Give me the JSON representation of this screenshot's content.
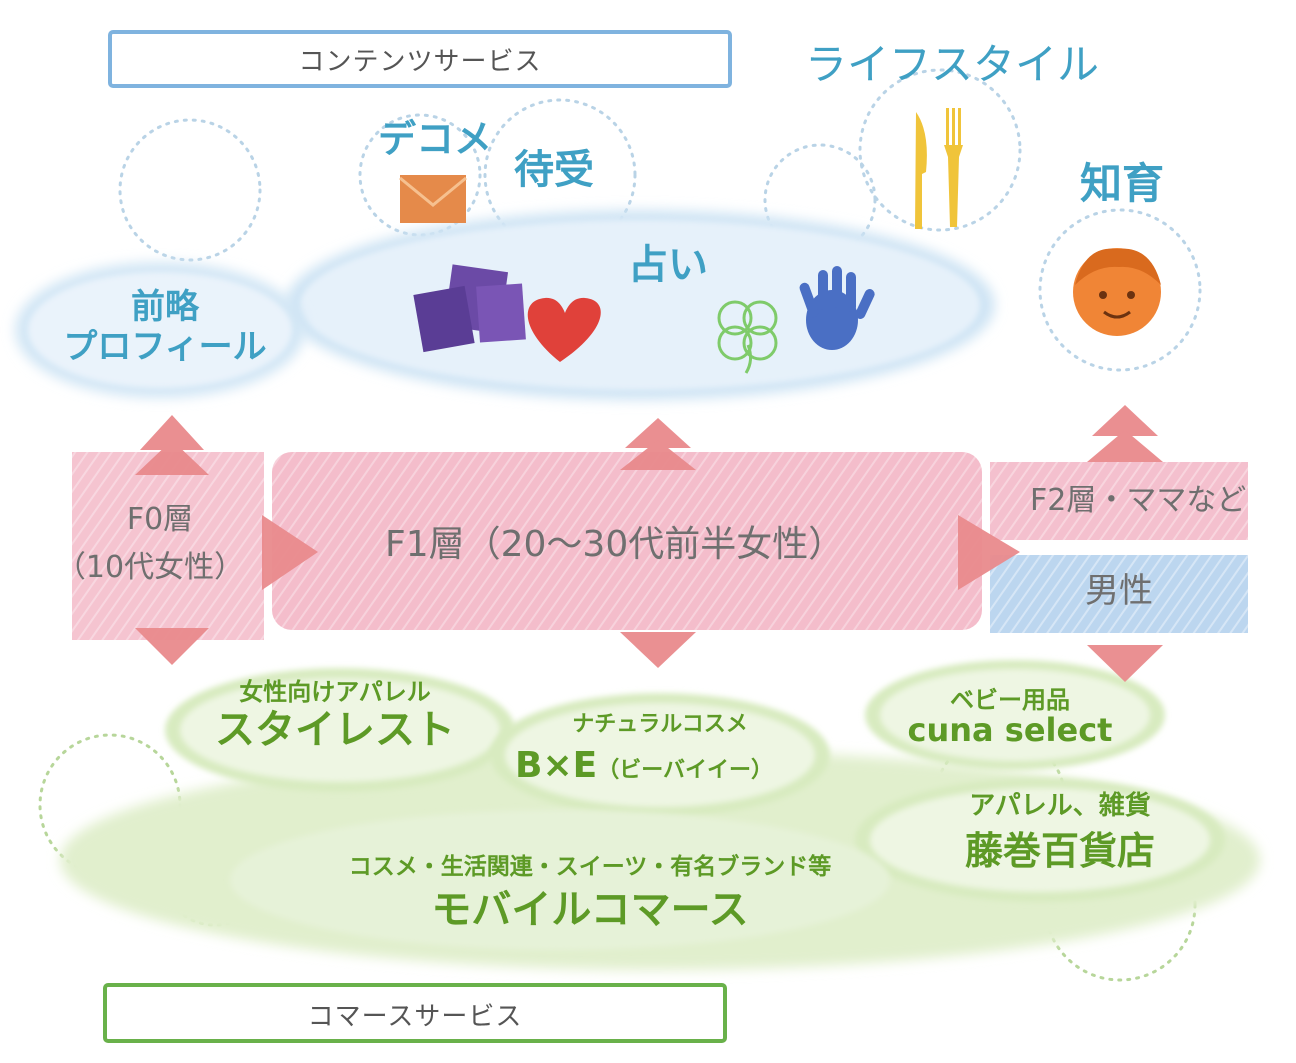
{
  "headers": {
    "content_services": "コンテンツサービス",
    "commerce_services": "コマースサービス"
  },
  "content": {
    "lifestyle": "ライフスタイル",
    "decome": "デコメ",
    "machiuke": "待受",
    "chiiku": "知育",
    "uranai": "占い",
    "zenryaku_line1": "前略",
    "zenryaku_line2": "プロフィール"
  },
  "segments": {
    "f0_line1": "F0層",
    "f0_line2": "（10代女性）",
    "f1": "F1層（20～30代前半女性）",
    "f2": "F2層・ママなど",
    "male": "男性"
  },
  "commerce": {
    "stylest_sub": "女性向けアパレル",
    "stylest": "スタイレスト",
    "bxe_sub": "ナチュラルコスメ",
    "bxe_main": "B×E",
    "bxe_reading": "（ビーバイイー）",
    "cuna_sub": "ベビー用品",
    "cuna": "cuna select",
    "fujimaki_sub": "アパレル、雑貨",
    "fujimaki": "藤巻百貨店",
    "mobile_sub": "コスメ・生活関連・スイーツ・有名ブランド等",
    "mobile": "モバイルコマース"
  },
  "colors": {
    "blue_text": "#3fa0c4",
    "green_text": "#5d9a26",
    "pink_band": "#f4b8c8",
    "arrow_pink": "#e98a8c",
    "male_blue": "#b8d4ef",
    "cloud_blue": "#cfe4f4",
    "cloud_green": "#dbecc4"
  },
  "icons": [
    "envelope-icon",
    "fork-knife-icon",
    "boy-face-icon",
    "cards-icon",
    "heart-icon",
    "clover-icon",
    "hand-icon"
  ]
}
